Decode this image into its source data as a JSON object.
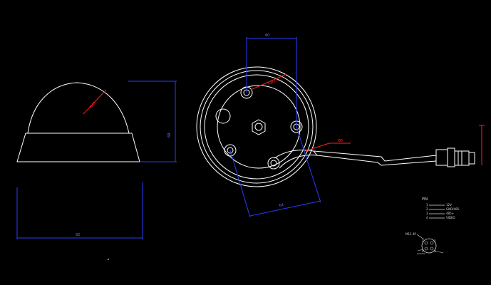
{
  "colors": {
    "background": "#000000",
    "outline": "#ffffff",
    "dimension": "#2a3cff",
    "leader": "#ff2020",
    "text_dim": "#6f74ff",
    "pin_text": "#d8d8d8"
  },
  "dims": {
    "dome_height": "68",
    "dome_width": "92",
    "dome_radius": "R48",
    "mount_top": "60",
    "mount_bottom": "64",
    "hole_label": "3-Ø3.5",
    "cable_label": "Ø6"
  },
  "pin_table": {
    "header": "PIN",
    "rows": [
      {
        "num": "1",
        "signal": "12V"
      },
      {
        "num": "2",
        "signal": "GND/485-"
      },
      {
        "num": "3",
        "signal": "485+"
      },
      {
        "num": "4",
        "signal": "VIDEO"
      }
    ]
  },
  "connector": {
    "label": "M12 4P",
    "pins": [
      "1",
      "2",
      "3",
      "4"
    ]
  }
}
